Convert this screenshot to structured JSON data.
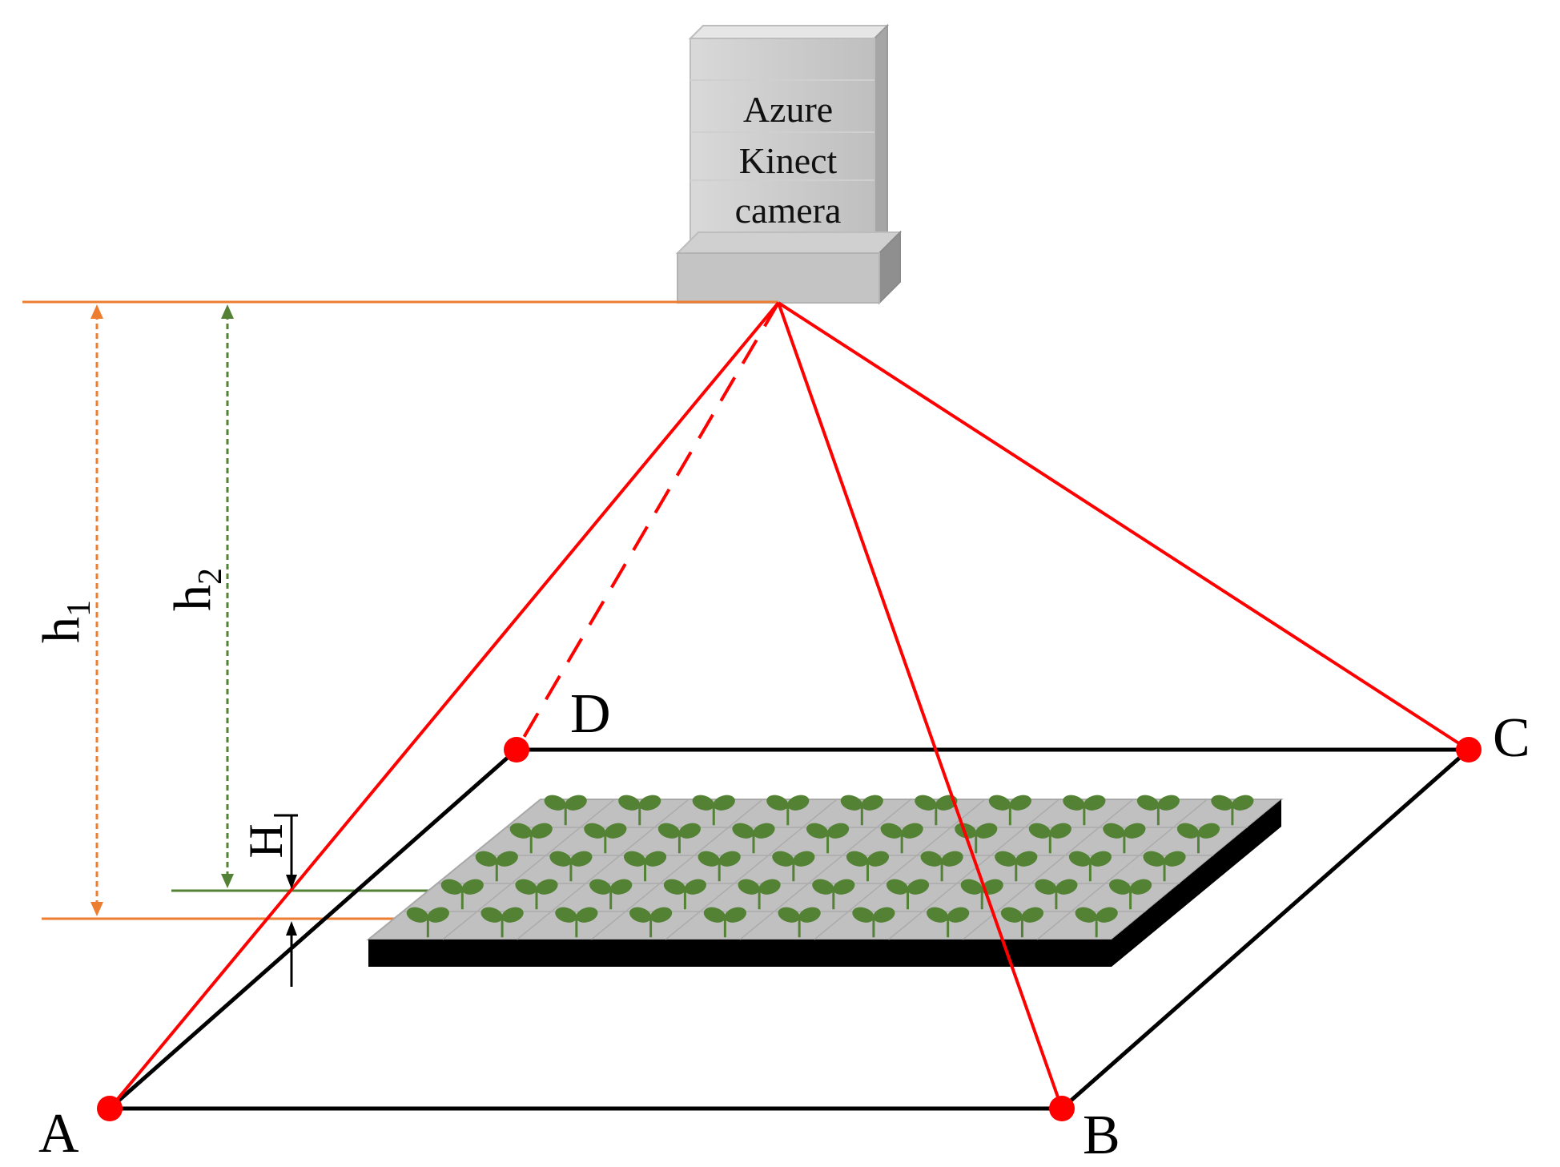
{
  "camera": {
    "line1": "Azure",
    "line2": "Kinect",
    "line3": "camera"
  },
  "points": {
    "a": "A",
    "b": "B",
    "c": "C",
    "d": "D"
  },
  "dimensions": {
    "h1": {
      "base": "h",
      "sub": "1"
    },
    "h2": {
      "base": "h",
      "sub": "2"
    },
    "plant_height": "H"
  },
  "colors": {
    "fov_lines": "#ff0000",
    "h1_line": "#ed7d31",
    "h2_line": "#538135",
    "frame": "#000000",
    "tray": "#c0c0c0",
    "tray_edge": "#000000",
    "seedling": "#548235",
    "camera_body": "#c8c8c8"
  },
  "seedling_grid": {
    "rows": 5,
    "cols": 10
  }
}
